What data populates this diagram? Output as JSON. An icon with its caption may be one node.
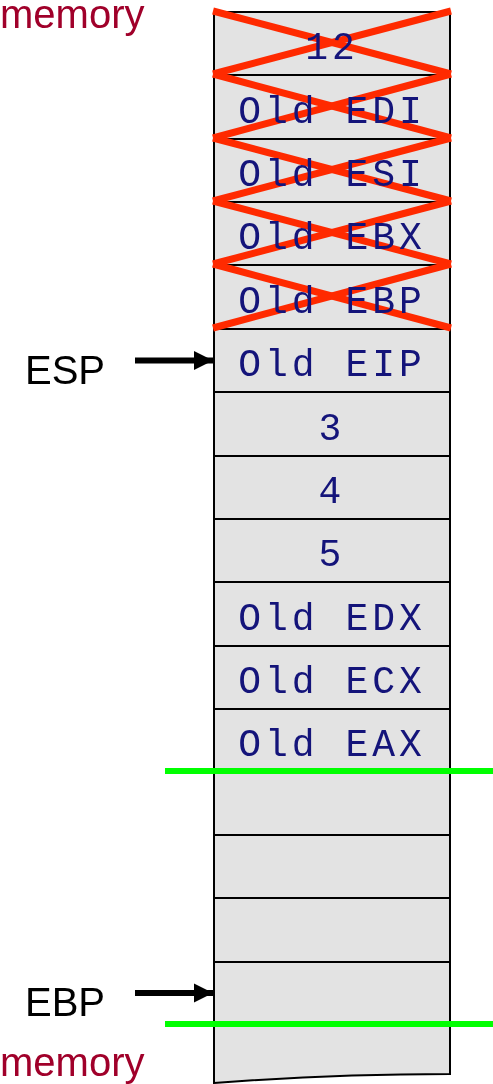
{
  "diagram": {
    "nodes": [
      {
        "text": [
          "12"
        ]
      },
      {
        "text": [
          "Old EDI"
        ]
      },
      {
        "text": [
          "Old ESI"
        ]
      },
      {
        "text": [
          "Old EBX"
        ]
      },
      {
        "text": [
          "Old EBP"
        ]
      },
      {
        "text": [
          "Old EIP"
        ]
      },
      {
        "text": [
          "3"
        ]
      },
      {
        "text": [
          "4"
        ]
      },
      {
        "text": [
          "5"
        ]
      },
      {
        "text": [
          "Old EDX"
        ]
      },
      {
        "text": [
          "Old ECX"
        ]
      },
      {
        "text": [
          "Old EAX"
        ]
      },
      {
        "text": [],
        "shape": "box"
      },
      {
        "text": [],
        "shape": "box"
      },
      {
        "text": [],
        "shape": "box"
      },
      {
        "text": [],
        "shape": "box"
      },
      {
        "text": [
          "ESP"
        ]
      },
      {
        "text": [
          "EBP"
        ]
      }
    ],
    "edges": [
      {
        "from": 16,
        "to": 5,
        "arrow": "to"
      },
      {
        "from": 17,
        "to": 15,
        "arrow": "to"
      }
    ],
    "labels": [
      "memory",
      "memory"
    ]
  }
}
